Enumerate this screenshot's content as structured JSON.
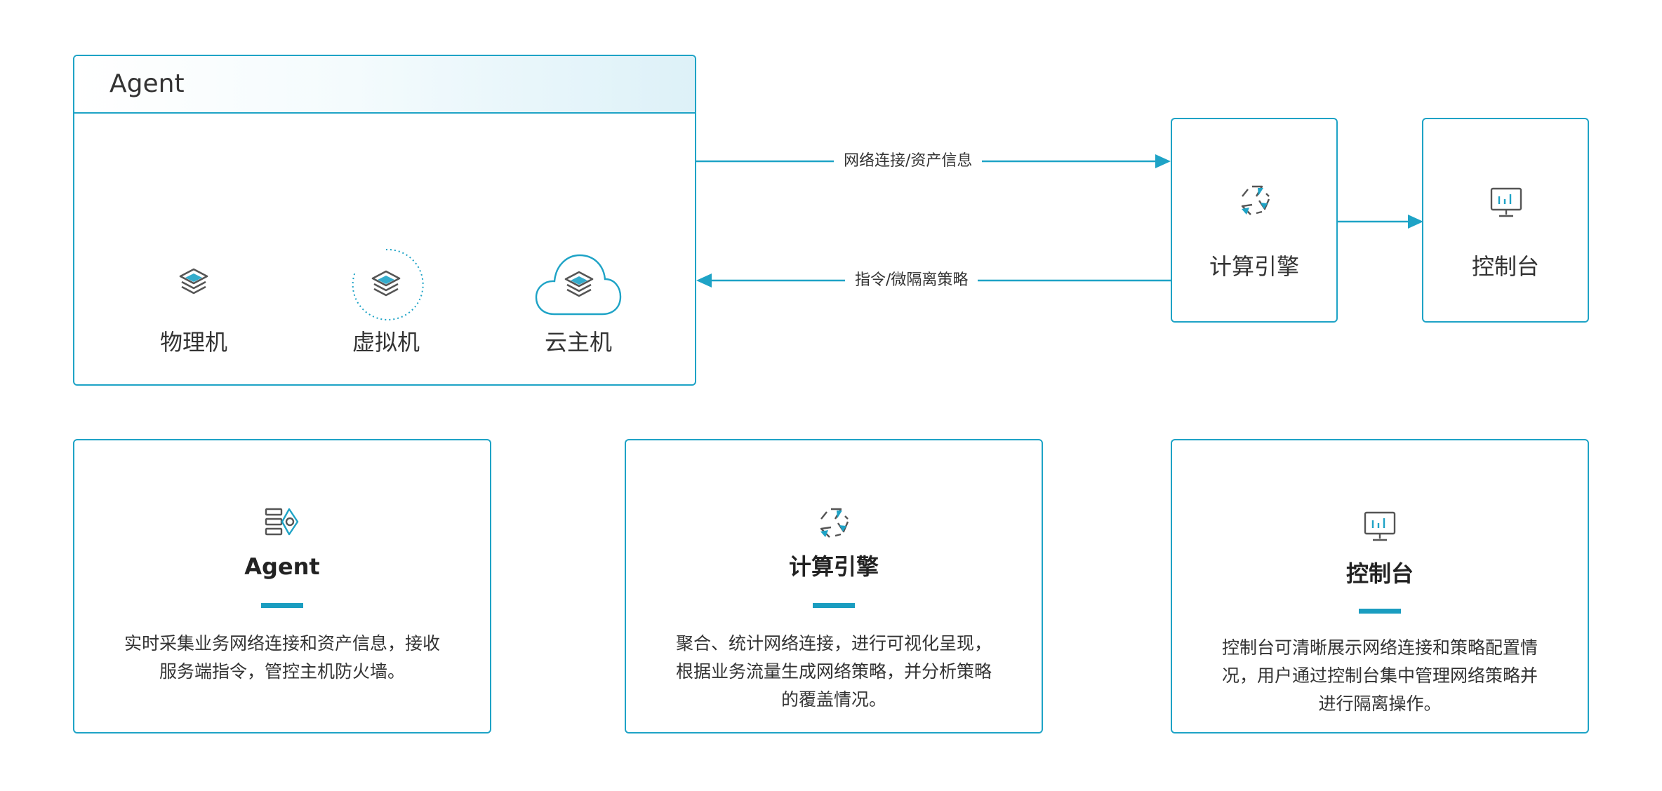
{
  "colors": {
    "accent": "#1ea3c6",
    "accent_dark": "#1a9dc0",
    "icon_gray": "#555555",
    "text": "#333333"
  },
  "agent_panel": {
    "title": "Agent",
    "hosts": [
      {
        "label": "物理机",
        "icon": "layers-stack-icon"
      },
      {
        "label": "虚拟机",
        "icon": "layers-stack-dotted-ring-icon"
      },
      {
        "label": "云主机",
        "icon": "layers-stack-cloud-icon"
      }
    ]
  },
  "flows": {
    "to_engine": "网络连接/资产信息",
    "to_agent": "指令/微隔离策略"
  },
  "nodes": {
    "engine": {
      "label": "计算引擎",
      "icon": "compute-engine-icon"
    },
    "console": {
      "label": "控制台",
      "icon": "monitor-chart-icon"
    }
  },
  "cards": [
    {
      "title": "Agent",
      "icon": "server-agent-icon",
      "lines": [
        "实时采集业务网络连接和资产信息，接收",
        "服务端指令，管控主机防火墙。"
      ]
    },
    {
      "title": "计算引擎",
      "icon": "compute-engine-icon",
      "lines": [
        "聚合、统计网络连接，进行可视化呈现，",
        "根据业务流量生成网络策略，并分析策略",
        "的覆盖情况。"
      ]
    },
    {
      "title": "控制台",
      "icon": "monitor-chart-icon",
      "lines": [
        "控制台可清晰展示网络连接和策略配置情",
        "况，用户通过控制台集中管理网络策略并",
        "进行隔离操作。"
      ]
    }
  ]
}
